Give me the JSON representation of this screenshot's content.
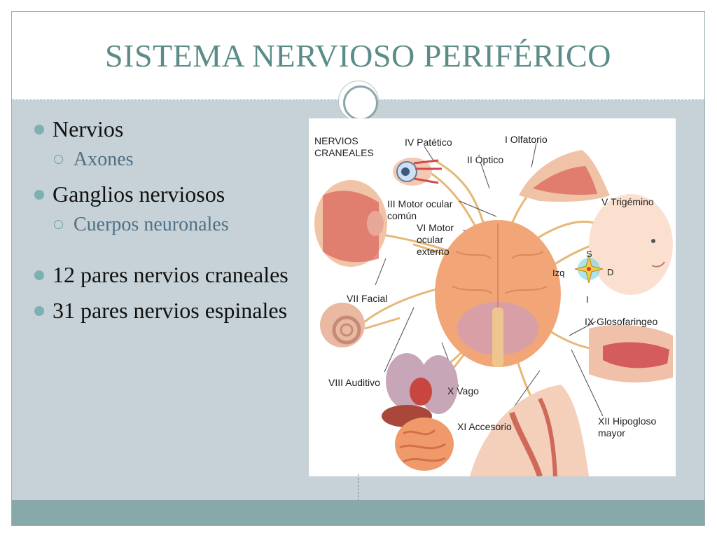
{
  "slide": {
    "title": "SISTEMA NERVIOSO PERIFÉRICO",
    "bullets": [
      {
        "text": "Nervios",
        "sub": "Axones"
      },
      {
        "text": "Ganglios nerviosos",
        "sub": "Cuerpos neuronales"
      },
      {
        "text": "12 pares nervios craneales"
      },
      {
        "text": "31 pares nervios espinales"
      }
    ]
  },
  "figure": {
    "heading_line1": "NERVIOS",
    "heading_line2": "CRANEALES",
    "labels": {
      "n4": "IV Patético",
      "n1": "I Olfatorio",
      "n2": "II Óptico",
      "n3_line1": "III Motor ocular",
      "n3_line2": "común",
      "n6_line1": "VI Motor",
      "n6_line2": "ocular",
      "n6_line3": "externo",
      "n5": "V Trigémino",
      "n7": "VII Facial",
      "n9": "IX Glosofaringeo",
      "n8": "VIII Auditivo",
      "n10": "X Vago",
      "n11": "XI Accesorio",
      "n12_line1": "XII Hipogloso",
      "n12_line2": "mayor"
    },
    "compass": {
      "n": "S",
      "s": "I",
      "w": "Izq",
      "e": "D"
    }
  },
  "colors": {
    "title": "#5b8c88",
    "background": "#c6d2d7",
    "bottom_bar": "#88a9a9",
    "bullet": "#7db0b0",
    "sub_text": "#4f6f86",
    "nerve": "#e6b776",
    "brain": "#f0a678"
  }
}
